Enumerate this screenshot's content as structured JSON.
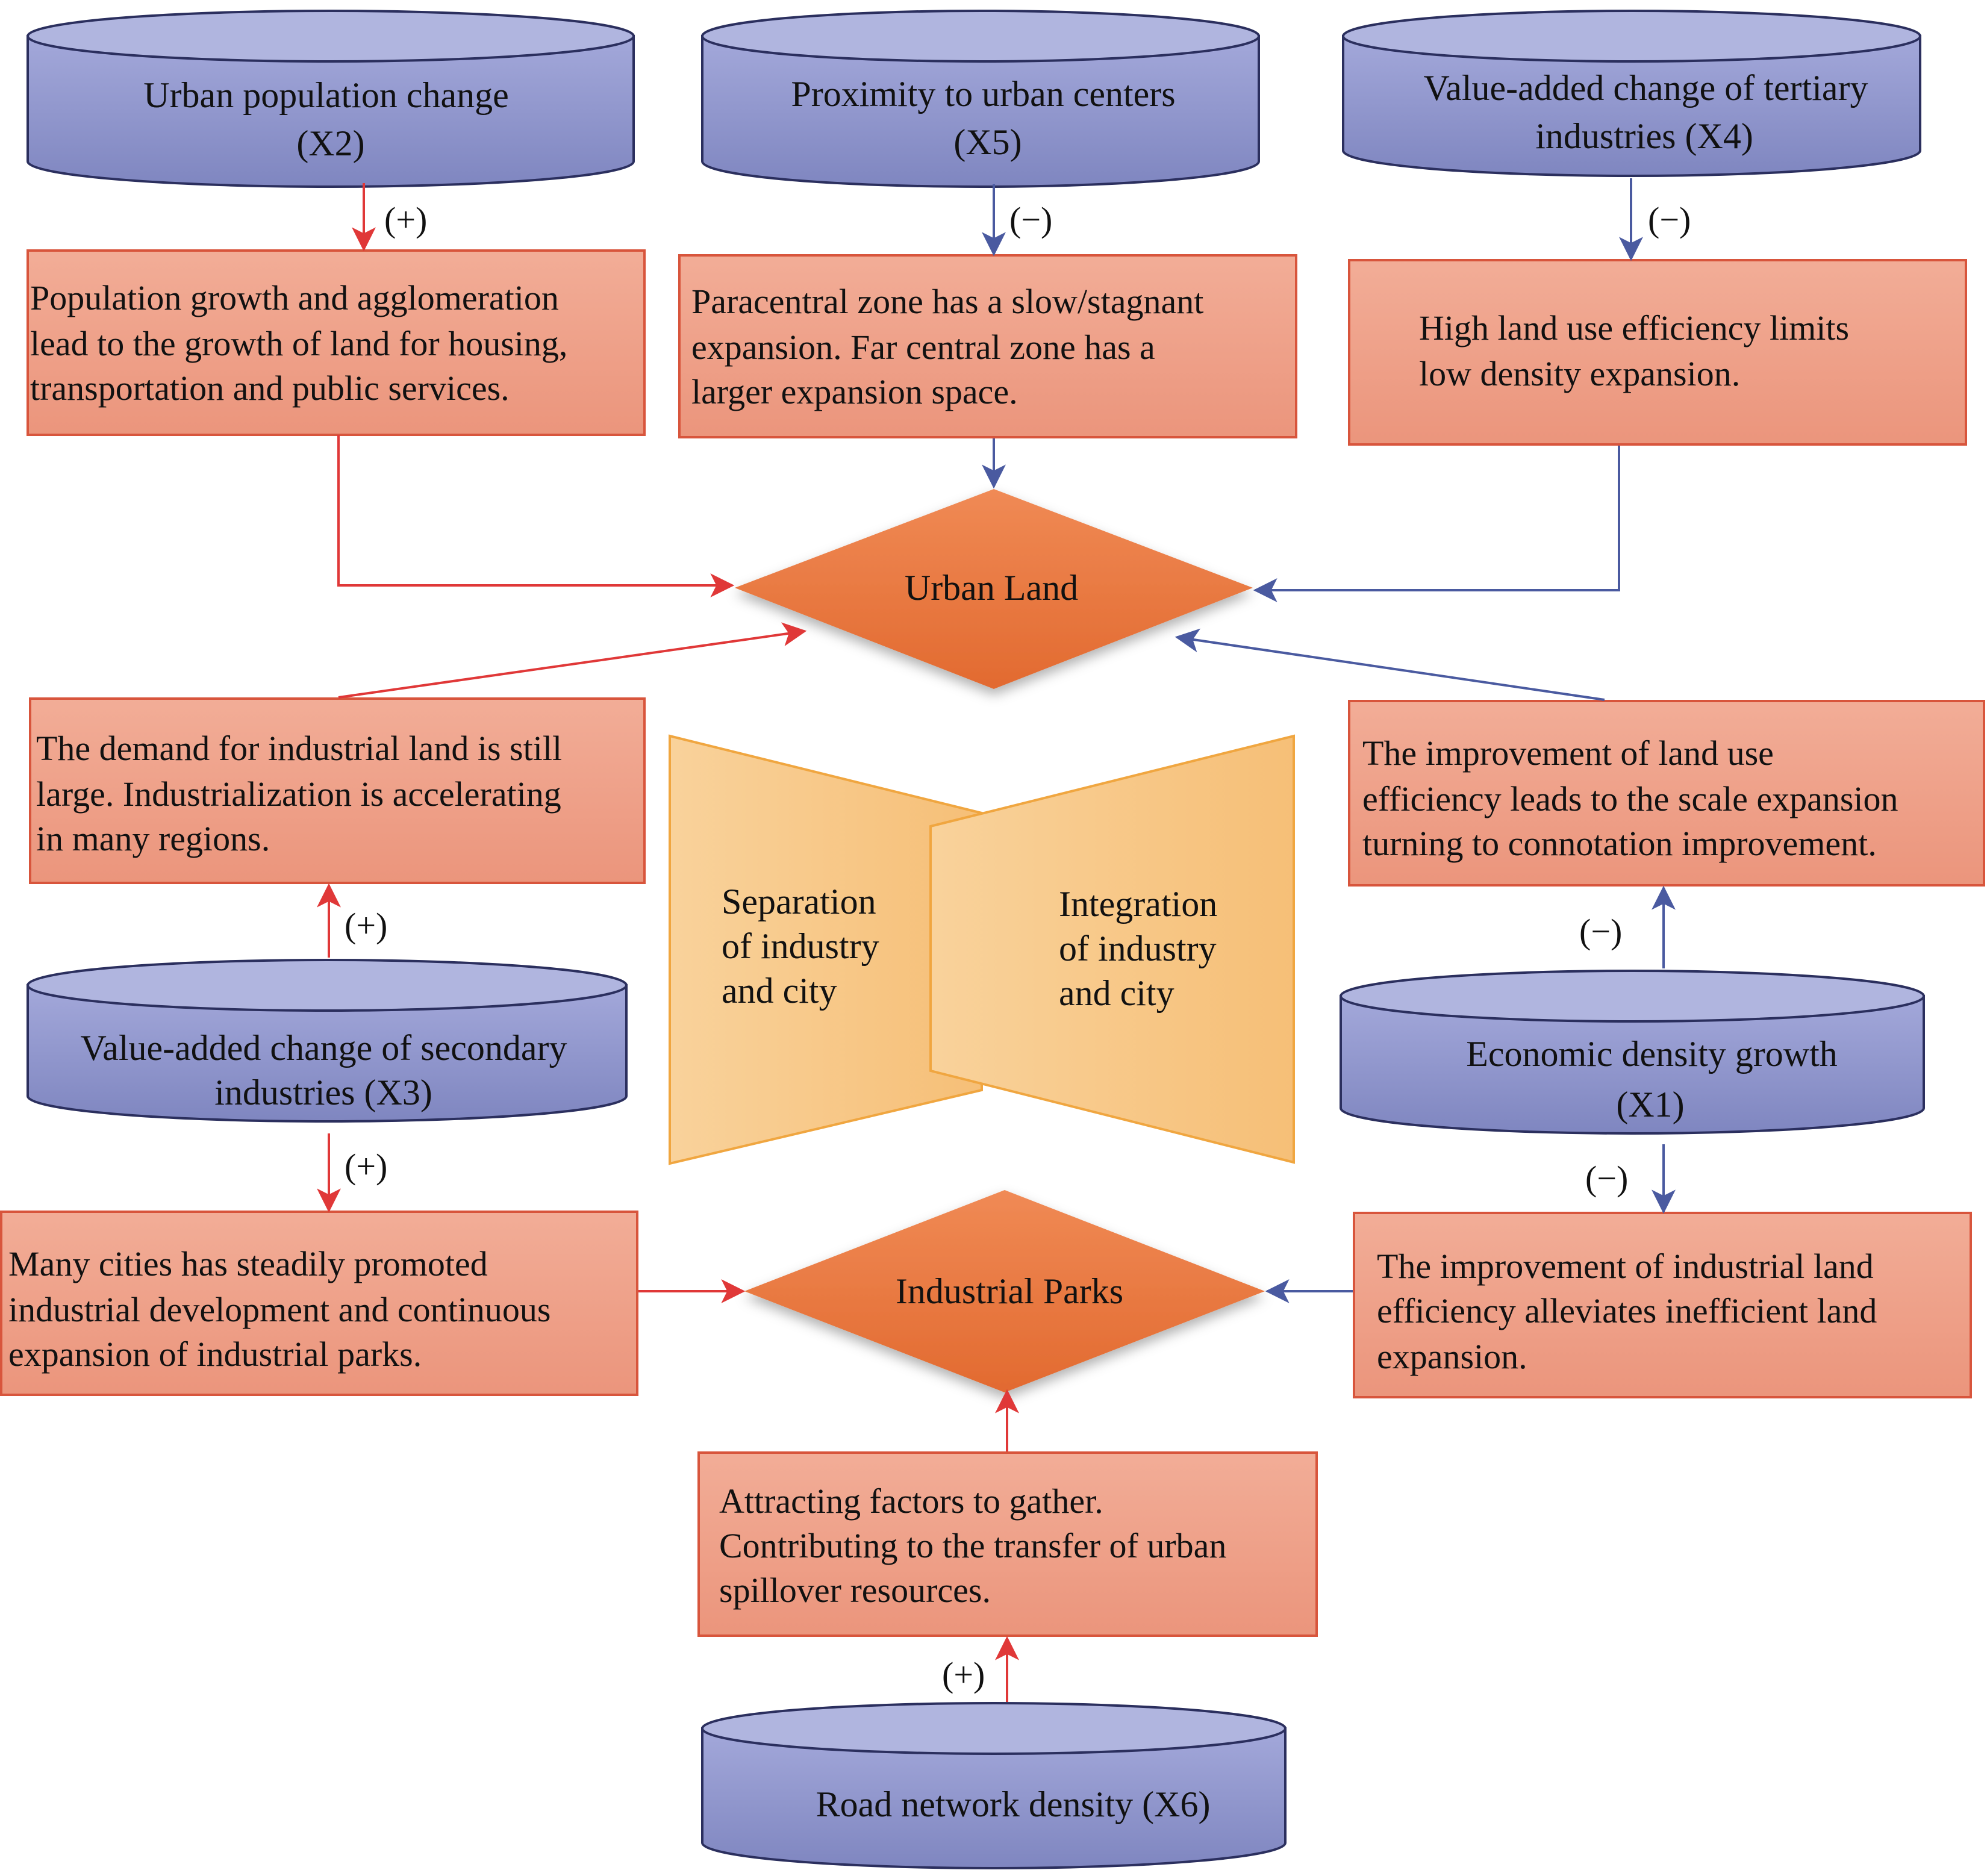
{
  "colors": {
    "factor_fill": "#8d93c9",
    "factor_top": "#b0b5df",
    "box_fill": "#ee9d86",
    "box_stroke": "#d8553c",
    "node_fill": "#e8703a",
    "wedge_fill": "#f6c17d",
    "wedge_stroke": "#f0a640",
    "positive_arrow": "#e03838",
    "negative_arrow": "#4a5aa0"
  },
  "factors": {
    "x2": {
      "line1": "Urban population change",
      "line2": "(X2)"
    },
    "x5": {
      "line1": "Proximity to urban centers",
      "line2": "(X5)"
    },
    "x4": {
      "line1": "Value-added change of tertiary",
      "line2": "industries (X4)"
    },
    "x3": {
      "line1": "Value-added change of secondary",
      "line2": "industries (X3)"
    },
    "x1": {
      "line1": "Economic density growth",
      "line2": "(X1)"
    },
    "x6": {
      "line1": "Road network density (X6)"
    }
  },
  "effects": {
    "population": {
      "lines": [
        "Population growth and agglomeration",
        "lead to the growth of land for housing,",
        "transportation and public services."
      ]
    },
    "proximity": {
      "lines": [
        "Paracentral zone has a slow/stagnant",
        "expansion. Far central zone has a",
        "larger expansion space."
      ]
    },
    "tertiary": {
      "lines": [
        "High land use efficiency limits",
        "low density expansion."
      ]
    },
    "industrial_demand": {
      "lines": [
        "The demand for industrial land is still",
        "large. Industrialization is accelerating",
        "in many regions."
      ]
    },
    "efficiency": {
      "lines": [
        "The improvement of land use",
        "efficiency leads to the scale expansion",
        "turning to connotation improvement."
      ]
    },
    "parks_growth": {
      "lines": [
        "Many cities has steadily promoted",
        "industrial development and continuous",
        "expansion of industrial parks."
      ]
    },
    "industrial_efficiency": {
      "lines": [
        "The improvement of industrial land",
        "efficiency alleviates inefficient land",
        "expansion."
      ]
    },
    "road": {
      "lines": [
        "Attracting factors to gather.",
        "Contributing to the transfer of urban",
        "spillover resources."
      ]
    }
  },
  "nodes": {
    "urban_land": "Urban Land",
    "industrial_parks": "Industrial Parks"
  },
  "center": {
    "separation": [
      "Separation",
      "of industry",
      "and city"
    ],
    "integration": [
      "Integration",
      "of industry",
      "and city"
    ]
  },
  "signs": {
    "x2": "(+)",
    "x5": "(−)",
    "x4": "(−)",
    "x3_up": "(+)",
    "x3_down": "(+)",
    "x1_up": "(−)",
    "x1_down": "(−)",
    "x6": "(+)"
  }
}
